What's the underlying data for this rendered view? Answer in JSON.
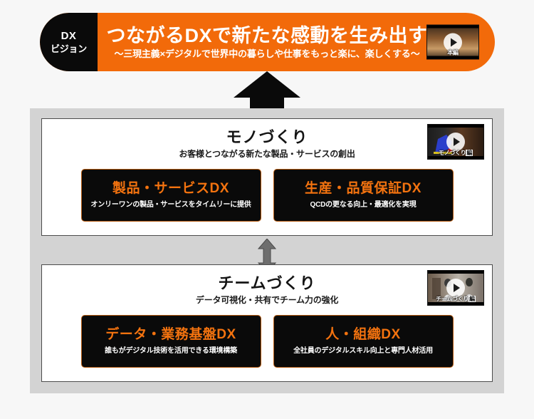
{
  "banner": {
    "badge_line1": "DX",
    "badge_line2": "ビジョン",
    "title": "つながるDXで新たな感動を生み出す",
    "subtitle": "〜三現主義×デジタルで世界中の暮らしや仕事をもっと楽に、楽しくする〜",
    "video_caption": "本編",
    "bg_color": "#f26a0a",
    "badge_color": "#0a0a0a"
  },
  "arrows": {
    "up_arrow_name": "arrow-up",
    "mid_arrow_name": "arrow-up-down",
    "up_arrow_color": "#0a0a0a",
    "mid_arrow_color": "#6e6e6e"
  },
  "sections": [
    {
      "title": "モノづくり",
      "subtitle": "お客様とつながる新たな製品・サービスの創出",
      "video_caption": "モノづくり",
      "video_caption_tag": "編",
      "boxes": [
        {
          "title": "製品・サービスDX",
          "subtitle": "オンリーワンの製品・サービスをタイムリーに提供"
        },
        {
          "title": "生産・品質保証DX",
          "subtitle": "QCDの更なる向上・最適化を実現"
        }
      ]
    },
    {
      "title": "チームづくり",
      "subtitle": "データ可視化・共有でチーム力の強化",
      "video_caption": "チームづくり",
      "video_caption_tag": "編",
      "boxes": [
        {
          "title": "データ・業務基盤DX",
          "subtitle": "誰もがデジタル技術を活用できる環境構築"
        },
        {
          "title": "人・組織DX",
          "subtitle": "全社員のデジタルスキル向上と専門人材活用"
        }
      ]
    }
  ],
  "colors": {
    "accent_orange": "#f26a0a",
    "box_title_orange": "#f4730f",
    "panel_gray": "#d3d3d3",
    "page_bg": "#f7f7f7"
  },
  "icons": {
    "play": "play-icon"
  }
}
